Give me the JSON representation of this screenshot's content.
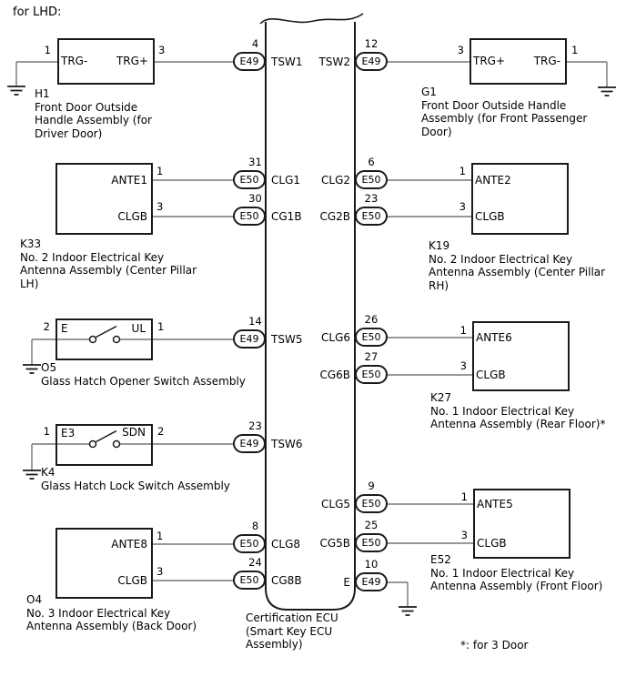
{
  "title": "for LHD:",
  "note": "*: for 3 Door",
  "ecu": {
    "label_lines": [
      "Certification ECU",
      "(Smart Key ECU",
      "Assembly)"
    ]
  },
  "left_connectors": [
    {
      "pin": "4",
      "connector": "E49",
      "signal": "TSW1"
    },
    {
      "pin": "31",
      "connector": "E50",
      "signal": "CLG1"
    },
    {
      "pin": "30",
      "connector": "E50",
      "signal": "CG1B"
    },
    {
      "pin": "14",
      "connector": "E49",
      "signal": "TSW5"
    },
    {
      "pin": "23",
      "connector": "E49",
      "signal": "TSW6"
    },
    {
      "pin": "8",
      "connector": "E50",
      "signal": "CLG8"
    },
    {
      "pin": "24",
      "connector": "E50",
      "signal": "CG8B"
    }
  ],
  "right_connectors": [
    {
      "pin": "12",
      "connector": "E49",
      "signal": "TSW2"
    },
    {
      "pin": "6",
      "connector": "E50",
      "signal": "CLG2"
    },
    {
      "pin": "23",
      "connector": "E50",
      "signal": "CG2B"
    },
    {
      "pin": "26",
      "connector": "E50",
      "signal": "CLG6"
    },
    {
      "pin": "27",
      "connector": "E50",
      "signal": "CG6B"
    },
    {
      "pin": "9",
      "connector": "E50",
      "signal": "CLG5"
    },
    {
      "pin": "25",
      "connector": "E50",
      "signal": "CG5B"
    },
    {
      "pin": "10",
      "connector": "E49",
      "signal": "E"
    }
  ],
  "components": {
    "h1": {
      "pin_left": "1",
      "pin_right": "3",
      "term_left": "TRG-",
      "term_right": "TRG+",
      "label_lines": [
        "H1",
        "Front Door Outside",
        "Handle Assembly (for",
        "Driver Door)"
      ]
    },
    "g1": {
      "pin_left": "3",
      "pin_right": "1",
      "term_left": "TRG+",
      "term_right": "TRG-",
      "label_lines": [
        "G1",
        "Front Door Outside Handle",
        "Assembly (for Front Passenger",
        "Door)"
      ]
    },
    "k33": {
      "pin_top": "1",
      "pin_bottom": "3",
      "term_top": "ANTE1",
      "term_bottom": "CLGB",
      "label_lines": [
        "K33",
        "No. 2 Indoor Electrical Key",
        "Antenna Assembly (Center Pillar",
        "LH)"
      ]
    },
    "k19": {
      "pin_top": "1",
      "pin_bottom": "3",
      "term_top": "ANTE2",
      "term_bottom": "CLGB",
      "label_lines": [
        "K19",
        "No. 2 Indoor Electrical Key",
        "Antenna Assembly (Center Pillar",
        "RH)"
      ]
    },
    "o5": {
      "pin_left": "2",
      "pin_right": "1",
      "term_left": "E",
      "term_right": "UL",
      "label_lines": [
        "O5",
        "Glass Hatch Opener Switch Assembly"
      ]
    },
    "k4": {
      "pin_left": "1",
      "pin_right": "2",
      "term_left": "E3",
      "term_right": "SDN",
      "label_lines": [
        "K4",
        "Glass Hatch Lock Switch Assembly"
      ]
    },
    "k27": {
      "pin_top": "1",
      "pin_bottom": "3",
      "term_top": "ANTE6",
      "term_bottom": "CLGB",
      "label_lines": [
        "K27",
        "No. 1 Indoor Electrical Key",
        "Antenna Assembly (Rear Floor)*"
      ]
    },
    "e52": {
      "pin_top": "1",
      "pin_bottom": "3",
      "term_top": "ANTE5",
      "term_bottom": "CLGB",
      "label_lines": [
        "E52",
        "No. 1 Indoor Electrical Key",
        "Antenna Assembly (Front Floor)"
      ]
    },
    "o4": {
      "pin_top": "1",
      "pin_bottom": "3",
      "term_top": "ANTE8",
      "term_bottom": "CLGB",
      "label_lines": [
        "O4",
        "No. 3 Indoor Electrical Key",
        "Antenna Assembly (Back Door)"
      ]
    }
  }
}
